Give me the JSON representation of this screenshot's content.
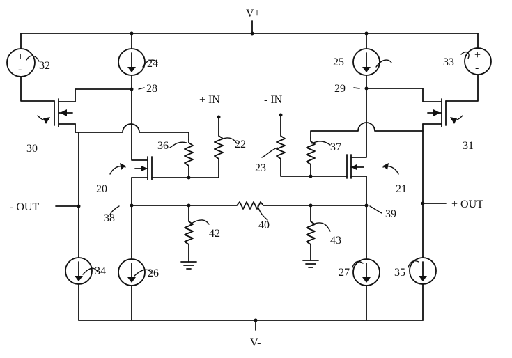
{
  "labels": {
    "vplus": "V+",
    "vminus": "V-",
    "plus_in": "+ IN",
    "minus_in": "- IN",
    "minus_out": "- OUT",
    "plus_out": "+ OUT",
    "source_plus": "+",
    "source_minus": "-",
    "r20": "20",
    "r21": "21",
    "r22": "22",
    "r23": "23",
    "r24": "24",
    "r25": "25",
    "r26": "26",
    "r27": "27",
    "r28": "28",
    "r29": "29",
    "r30": "30",
    "r31": "31",
    "r32": "32",
    "r33": "33",
    "r34": "34",
    "r35": "35",
    "r36": "36",
    "r37": "37",
    "r38": "38",
    "r39": "39",
    "r40": "40",
    "r42": "42",
    "r43": "43"
  }
}
